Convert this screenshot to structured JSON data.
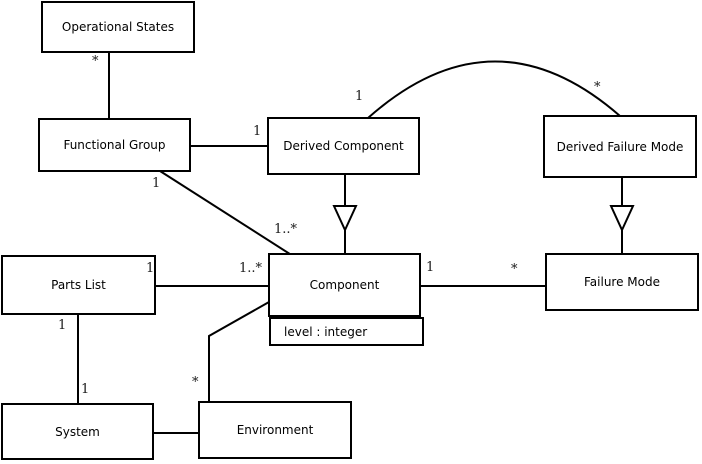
{
  "diagram": {
    "kind": "uml-class-diagram",
    "colors": {
      "stroke": "#000000",
      "node_fill": "#ffffff",
      "background": "#ffffff",
      "text": "#000000"
    },
    "nodes": {
      "operational_states": {
        "label": "Operational States"
      },
      "functional_group": {
        "label": "Functional Group"
      },
      "derived_component": {
        "label": "Derived Component"
      },
      "derived_failure_mode": {
        "label": "Derived Failure Mode"
      },
      "parts_list": {
        "label": "Parts List"
      },
      "component": {
        "label": "Component",
        "attribute": "level : integer"
      },
      "failure_mode": {
        "label": "Failure Mode"
      },
      "system": {
        "label": "System"
      },
      "environment": {
        "label": "Environment"
      }
    },
    "edges": [
      {
        "id": "operational-states--functional-group",
        "a": "operational_states",
        "b": "functional_group",
        "type": "association",
        "labels": [
          {
            "end": "operational_states",
            "text": "*"
          }
        ]
      },
      {
        "id": "functional-group--derived-component",
        "a": "functional_group",
        "b": "derived_component",
        "type": "association",
        "labels": [
          {
            "end": "derived_component",
            "text": "1"
          }
        ]
      },
      {
        "id": "derived-component--derived-failure-mode-arc",
        "a": "derived_component",
        "b": "derived_failure_mode",
        "type": "association-arc",
        "labels": [
          {
            "end": "derived_component",
            "text": "1"
          },
          {
            "end": "derived_failure_mode",
            "text": "*"
          }
        ]
      },
      {
        "id": "functional-group--component",
        "a": "functional_group",
        "b": "component",
        "type": "association",
        "labels": [
          {
            "end": "functional_group",
            "text": "1"
          },
          {
            "end": "component",
            "text": "1..*"
          }
        ]
      },
      {
        "id": "parts-list--component",
        "a": "parts_list",
        "b": "component",
        "type": "association",
        "labels": [
          {
            "end": "parts_list",
            "text": "1"
          },
          {
            "end": "component",
            "text": "1..*"
          }
        ]
      },
      {
        "id": "component--failure-mode",
        "a": "component",
        "b": "failure_mode",
        "type": "association",
        "labels": [
          {
            "end": "component",
            "text": "1"
          },
          {
            "end": "failure_mode",
            "text": "*"
          }
        ]
      },
      {
        "id": "parts-list--system",
        "a": "parts_list",
        "b": "system",
        "type": "association",
        "labels": [
          {
            "end": "parts_list",
            "text": "1"
          },
          {
            "end": "system",
            "text": "1"
          }
        ]
      },
      {
        "id": "system--environment",
        "a": "system",
        "b": "environment",
        "type": "association",
        "labels": []
      },
      {
        "id": "environment--component",
        "a": "environment",
        "b": "component",
        "type": "association",
        "labels": [
          {
            "end": "environment",
            "text": "*"
          }
        ]
      },
      {
        "id": "derived-component--component-generalization",
        "a": "derived_component",
        "b": "component",
        "type": "generalization",
        "labels": []
      },
      {
        "id": "derived-failure-mode--failure-mode-generalization",
        "a": "derived_failure_mode",
        "b": "failure_mode",
        "type": "generalization",
        "labels": []
      }
    ]
  }
}
